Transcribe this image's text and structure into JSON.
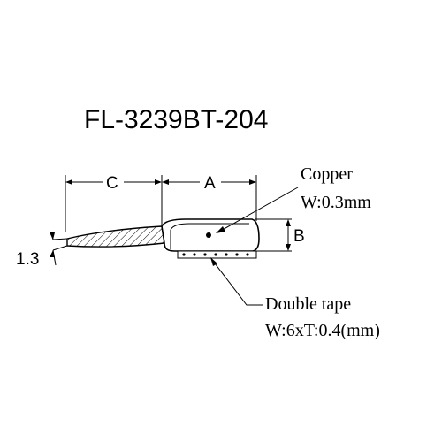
{
  "part_number": "FL-3239BT-204",
  "dimensions": {
    "a": "A",
    "b": "B",
    "c": "C",
    "thickness": "1.3"
  },
  "callouts": {
    "copper": {
      "name": "Copper",
      "spec": "W:0.3mm"
    },
    "tape": {
      "name": "Double tape",
      "spec": "W:6xT:0.4(mm)"
    }
  }
}
